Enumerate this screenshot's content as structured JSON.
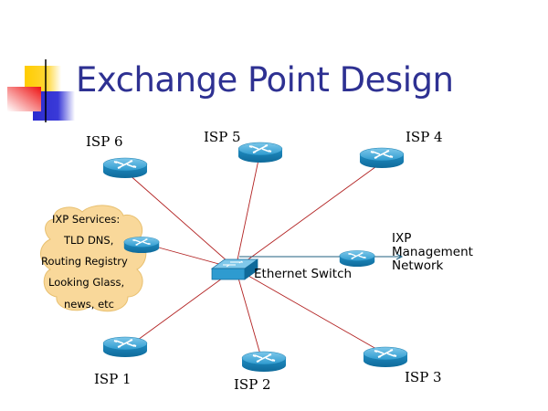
{
  "slide": {
    "title": "Exchange Point Design"
  },
  "nodes": {
    "isp6": {
      "label": "ISP 6"
    },
    "isp5": {
      "label": "ISP 5"
    },
    "isp4": {
      "label": "ISP 4"
    },
    "isp1": {
      "label": "ISP 1"
    },
    "isp2": {
      "label": "ISP 2"
    },
    "isp3": {
      "label": "ISP 3"
    },
    "switch": {
      "label": "Ethernet Switch"
    },
    "mgmt": {
      "lines": [
        "IXP",
        "Management",
        "Network"
      ]
    }
  },
  "services": {
    "lines": [
      "IXP Services:",
      "TLD DNS,",
      "Routing Registry",
      "Looking Glass,",
      "news, etc"
    ]
  },
  "colors": {
    "title": "#2e3192",
    "link": "#b22222",
    "mgmt_link": "#1f5f7f",
    "router": "#1a8fc4",
    "cloud": "#f9d89a"
  }
}
